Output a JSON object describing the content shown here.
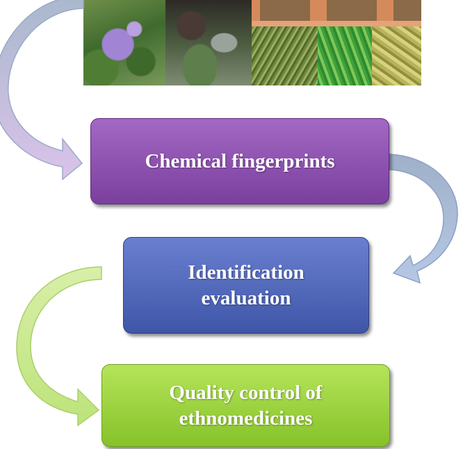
{
  "steps": [
    {
      "label": "Chemical fingerprints"
    },
    {
      "label": "Identification\nevaluation"
    },
    {
      "label": "Quality control of\nethnomedicines"
    }
  ],
  "colors": {
    "step_1": "#8a4cae",
    "step_2": "#4f65b8",
    "step_3": "#99d13c",
    "arrow_1": "#c9b6df",
    "arrow_2": "#a9bdd8",
    "arrow_3": "#d7ecaa"
  },
  "image_content": "photos of medicinal plants and dried herbs"
}
